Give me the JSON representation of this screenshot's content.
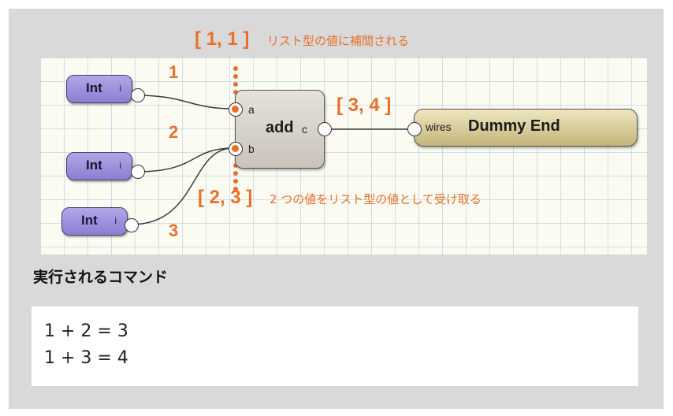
{
  "annotations": {
    "top_bracket": "[ 1, 1 ]",
    "top_note": "リスト型の値に補間される",
    "bottom_bracket": "[ 2, 3 ]",
    "bottom_note": "2 つの値をリスト型の値として受け取る",
    "output_bracket": "[ 3, 4 ]"
  },
  "wire_numbers": [
    "1",
    "2",
    "3"
  ],
  "nodes": {
    "int_nodes": [
      {
        "label": "Int",
        "port": "i"
      },
      {
        "label": "Int",
        "port": "i"
      },
      {
        "label": "Int",
        "port": "i"
      }
    ],
    "add": {
      "label": "add",
      "port_a": "a",
      "port_b": "b",
      "port_out": "c"
    },
    "dummy_end": {
      "port": "wires",
      "label": "Dummy End"
    }
  },
  "section_heading": "実行されるコマンド",
  "commands": [
    "1 + 2 = 3",
    "1 + 3 = 4"
  ],
  "colors": {
    "accent": "#e8702a",
    "int_node": "#9d90dc",
    "dummy_node": "#d6c98e",
    "add_node": "#d9d4cc"
  }
}
